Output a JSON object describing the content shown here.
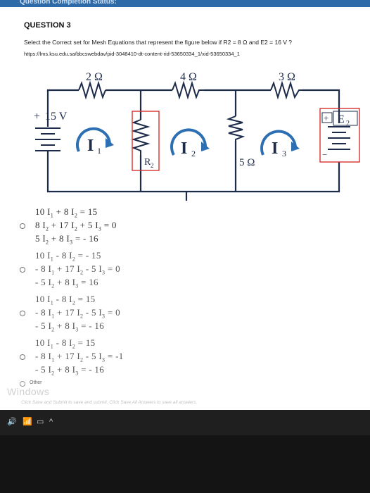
{
  "header": {
    "label": "Question Completion Status:"
  },
  "question": {
    "title": "QUESTION 3",
    "prompt": "Select the Correct set for Mesh Equations that represent the figure below if R2 = 8 Ω and E2 = 16 V ?",
    "url": "https://lms.ksu.edu.sa/bbcswebdav/pid-3048410-dt-content-rid-53650334_1/xid-53650334_1"
  },
  "circuit": {
    "r1": "2 Ω",
    "r3": "4 Ω",
    "r4": "3 Ω",
    "r5": "5 Ω",
    "source1": "15 V",
    "source2": "E",
    "source2_sub": "2",
    "r2": "R",
    "r2_sub": "2",
    "mesh1": "I",
    "mesh1_sub": "1",
    "mesh2": "I",
    "mesh2_sub": "2",
    "mesh3": "I",
    "mesh3_sub": "3",
    "plus": "+",
    "minus": "−"
  },
  "options": [
    {
      "lines": [
        {
          "a": "10 I",
          "b": "1",
          "c": " + 8 I",
          "d": "2",
          "e": " = 15",
          "f": "",
          "g": "",
          "h": ""
        },
        {
          "a": "8 I",
          "b": "2",
          "c": " + 17 I",
          "d": "2",
          "e": " + 5 I",
          "f": "3",
          "g": " = 0",
          "h": ""
        },
        {
          "a": "5 I",
          "b": "2",
          "c": " + 8 I",
          "d": "3",
          "e": " = - 16",
          "f": "",
          "g": "",
          "h": ""
        }
      ]
    },
    {
      "lines": [
        {
          "a": "10 I",
          "b": "1",
          "c": " - 8 I",
          "d": "2",
          "e": " = - 15",
          "f": "",
          "g": "",
          "h": ""
        },
        {
          "a": "- 8 I",
          "b": "1",
          "c": " + 17 I",
          "d": "2",
          "e": " - 5 I",
          "f": "3",
          "g": " = 0",
          "h": ""
        },
        {
          "a": "- 5 I",
          "b": "2",
          "c": " + 8 I",
          "d": "3",
          "e": " = 16",
          "f": "",
          "g": "",
          "h": ""
        }
      ]
    },
    {
      "lines": [
        {
          "a": "10 I",
          "b": "1",
          "c": " - 8 I",
          "d": "2",
          "e": " = 15",
          "f": "",
          "g": "",
          "h": ""
        },
        {
          "a": "- 8 I",
          "b": "1",
          "c": " + 17 I",
          "d": "2",
          "e": " - 5 I",
          "f": "3",
          "g": " = 0",
          "h": ""
        },
        {
          "a": "- 5 I",
          "b": "2",
          "c": " + 8 I",
          "d": "3",
          "e": " = - 16",
          "f": "",
          "g": "",
          "h": ""
        }
      ]
    },
    {
      "lines": [
        {
          "a": "10 I",
          "b": "1",
          "c": " - 8 I",
          "d": "2",
          "e": " = 15",
          "f": "",
          "g": "",
          "h": ""
        },
        {
          "a": "- 8 I",
          "b": "1",
          "c": " + 17 I",
          "d": "2",
          "e": " - 5 I",
          "f": "3",
          "g": " = -1",
          "h": ""
        },
        {
          "a": "- 5 I",
          "b": "2",
          "c": " + 8 I",
          "d": "3",
          "e": " = - 16",
          "f": "",
          "g": "",
          "h": ""
        }
      ]
    }
  ],
  "other_label": "Other",
  "watermark": "Windows",
  "footer_note": "Click Save and Submit to save and submit. Click Save All Answers to save all answers.",
  "tray": {
    "speaker": "🔊",
    "wifi": "📶",
    "battery": "▭",
    "chevron": "^"
  }
}
